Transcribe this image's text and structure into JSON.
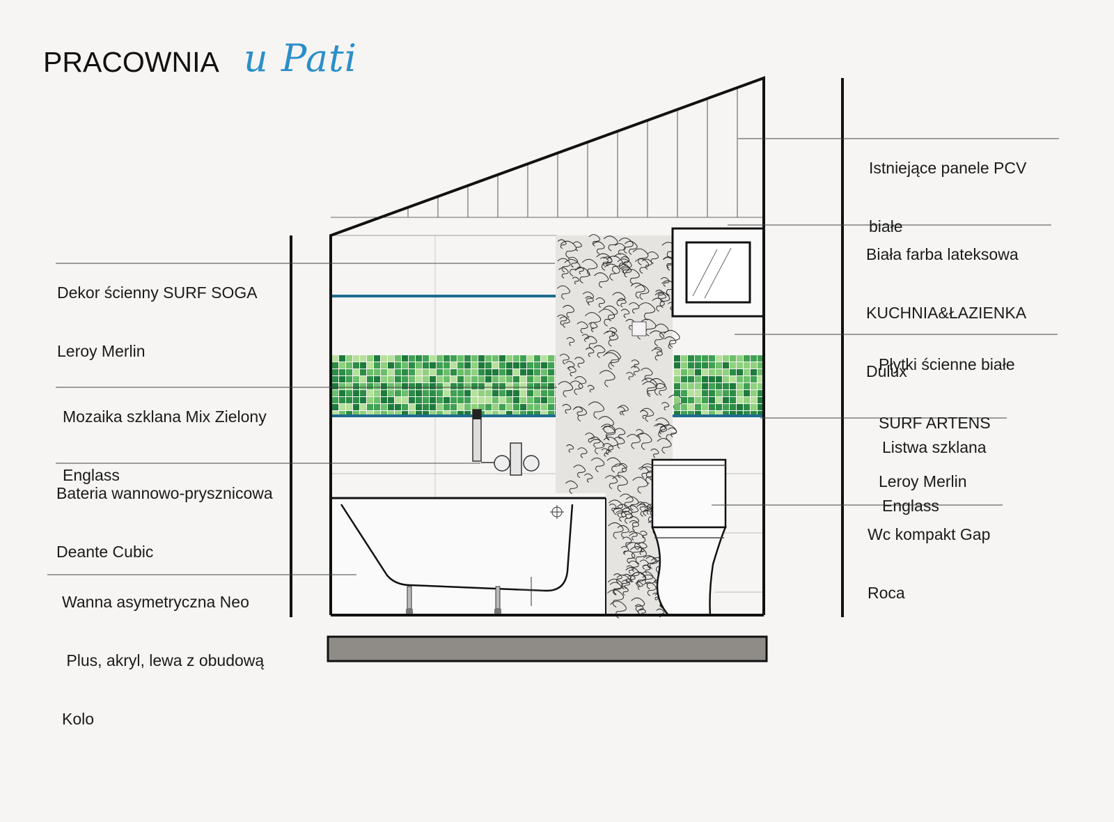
{
  "header": {
    "title_main": "PRACOWNIA",
    "title_script": "u Pati",
    "accent_color": "#2a8fc9"
  },
  "colors": {
    "line": "#111111",
    "mosaic_dark": "#1e7a3c",
    "mosaic_mid": "#3fa152",
    "mosaic_light": "#8fd17e",
    "listwa": "#1f6b8f",
    "floor": "#8f8b87",
    "decor_bg": "#e6e4e1"
  },
  "labels": {
    "decor": [
      "Dekor ścienny SURF SOGA",
      "Leroy Merlin"
    ],
    "mosaic": [
      "Mozaika szklana Mix Zielony",
      "Englass"
    ],
    "faucet": [
      "Bateria wannowo-prysznicowa",
      "Deante Cubic"
    ],
    "bathtub": [
      "Wanna asymetryczna Neo",
      " Plus, akryl, lewa z obudową",
      "Kolo"
    ],
    "pvc": [
      "Istniejące panele PCV",
      "białe"
    ],
    "paint": [
      "Biała farba lateksowa",
      "KUCHNIA&ŁAZIENKA",
      "Dulux"
    ],
    "tiles": [
      "Płytki ścienne białe",
      "SURF ARTENS",
      "Leroy Merlin"
    ],
    "listwa": [
      "Listwa szklana",
      "Englass"
    ],
    "wc": [
      "Wc kompakt Gap",
      "Roca"
    ]
  }
}
